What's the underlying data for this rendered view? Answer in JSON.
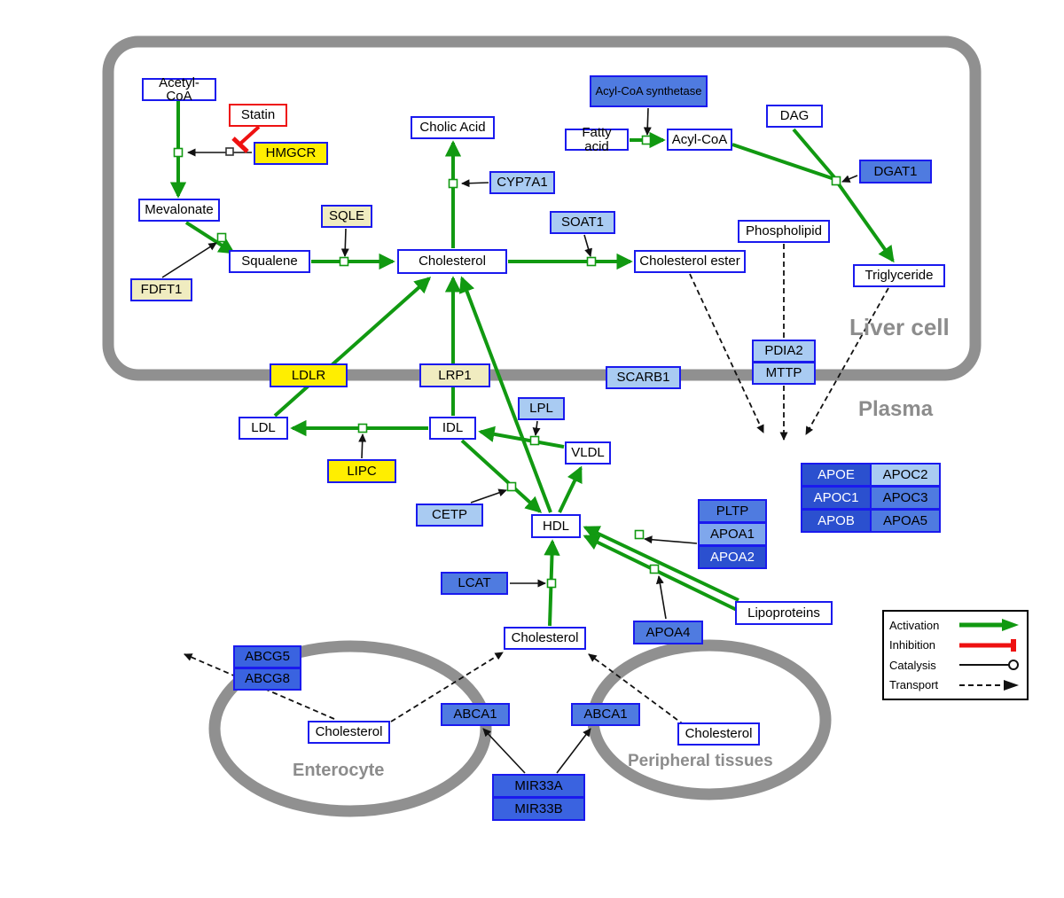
{
  "compartments": {
    "liver_cell": "Liver cell",
    "plasma": "Plasma",
    "enterocyte": "Enterocyte",
    "peripheral_tissues": "Peripheral tissues"
  },
  "legend": {
    "activation": "Activation",
    "inhibition": "Inhibition",
    "catalysis": "Catalysis",
    "transport": "Transport"
  },
  "colors": {
    "activation_green": "#119911",
    "inhibition_red": "#ee1111",
    "metabolite_border_blue": "#1a1aee",
    "gene_dark_blue": "#2b50cf",
    "gene_medium_blue": "#4f7be0",
    "gene_light_blue": "#a9cbf2",
    "gene_yellow": "#ffee00",
    "gene_pale_yellow": "#f0ecc0",
    "membrane_gray": "#909090"
  },
  "nodes": {
    "acetyl_coa": {
      "label": "Acetyl-CoA",
      "type": "metabolite"
    },
    "statin": {
      "label": "Statin",
      "type": "drug"
    },
    "hmgcr": {
      "label": "HMGCR",
      "type": "gene"
    },
    "mevalonate": {
      "label": "Mevalonate",
      "type": "metabolite"
    },
    "fdft1": {
      "label": "FDFT1",
      "type": "gene"
    },
    "squalene": {
      "label": "Squalene",
      "type": "metabolite"
    },
    "sqle": {
      "label": "SQLE",
      "type": "gene"
    },
    "cholesterol_liver": {
      "label": "Cholesterol",
      "type": "metabolite"
    },
    "cholic_acid": {
      "label": "Cholic Acid",
      "type": "metabolite"
    },
    "cyp7a1": {
      "label": "CYP7A1",
      "type": "gene"
    },
    "soat1": {
      "label": "SOAT1",
      "type": "gene"
    },
    "cholesterol_ester": {
      "label": "Cholesterol ester",
      "type": "metabolite"
    },
    "acyl_coa_synthetase": {
      "label": "Acyl-CoA synthetase",
      "type": "gene"
    },
    "fatty_acid": {
      "label": "Fatty acid",
      "type": "metabolite"
    },
    "acyl_coa": {
      "label": "Acyl-CoA",
      "type": "metabolite"
    },
    "dag": {
      "label": "DAG",
      "type": "metabolite"
    },
    "dgat1": {
      "label": "DGAT1",
      "type": "gene"
    },
    "phospholipid": {
      "label": "Phospholipid",
      "type": "metabolite"
    },
    "triglyceride": {
      "label": "Triglyceride",
      "type": "metabolite"
    },
    "pdia2": {
      "label": "PDIA2",
      "type": "gene"
    },
    "mttp": {
      "label": "MTTP",
      "type": "gene"
    },
    "ldlr": {
      "label": "LDLR",
      "type": "gene"
    },
    "lrp1": {
      "label": "LRP1",
      "type": "gene"
    },
    "scarb1": {
      "label": "SCARB1",
      "type": "gene"
    },
    "ldl": {
      "label": "LDL",
      "type": "metabolite"
    },
    "idl": {
      "label": "IDL",
      "type": "metabolite"
    },
    "lpl": {
      "label": "LPL",
      "type": "gene"
    },
    "vldl": {
      "label": "VLDL",
      "type": "metabolite"
    },
    "lipc": {
      "label": "LIPC",
      "type": "gene"
    },
    "cetp": {
      "label": "CETP",
      "type": "gene"
    },
    "hdl": {
      "label": "HDL",
      "type": "metabolite"
    },
    "pltp": {
      "label": "PLTP",
      "type": "gene"
    },
    "apoa1": {
      "label": "APOA1",
      "type": "gene"
    },
    "apoa2": {
      "label": "APOA2",
      "type": "gene"
    },
    "lcat": {
      "label": "LCAT",
      "type": "gene"
    },
    "apoa4": {
      "label": "APOA4",
      "type": "gene"
    },
    "lipoproteins": {
      "label": "Lipoproteins",
      "type": "metabolite"
    },
    "apoe": {
      "label": "APOE",
      "type": "gene"
    },
    "apoc2": {
      "label": "APOC2",
      "type": "gene"
    },
    "apoc1": {
      "label": "APOC1",
      "type": "gene"
    },
    "apoc3": {
      "label": "APOC3",
      "type": "gene"
    },
    "apob": {
      "label": "APOB",
      "type": "gene"
    },
    "apoa5": {
      "label": "APOA5",
      "type": "gene"
    },
    "cholesterol_plasma": {
      "label": "Cholesterol",
      "type": "metabolite"
    },
    "abcg5": {
      "label": "ABCG5",
      "type": "gene"
    },
    "abcg8": {
      "label": "ABCG8",
      "type": "gene"
    },
    "cholesterol_enterocyte": {
      "label": "Cholesterol",
      "type": "metabolite"
    },
    "abca1_enterocyte": {
      "label": "ABCA1",
      "type": "gene"
    },
    "abca1_peripheral": {
      "label": "ABCA1",
      "type": "gene"
    },
    "cholesterol_peripheral": {
      "label": "Cholesterol",
      "type": "metabolite"
    },
    "mir33a": {
      "label": "MIR33A",
      "type": "gene"
    },
    "mir33b": {
      "label": "MIR33B",
      "type": "gene"
    }
  }
}
